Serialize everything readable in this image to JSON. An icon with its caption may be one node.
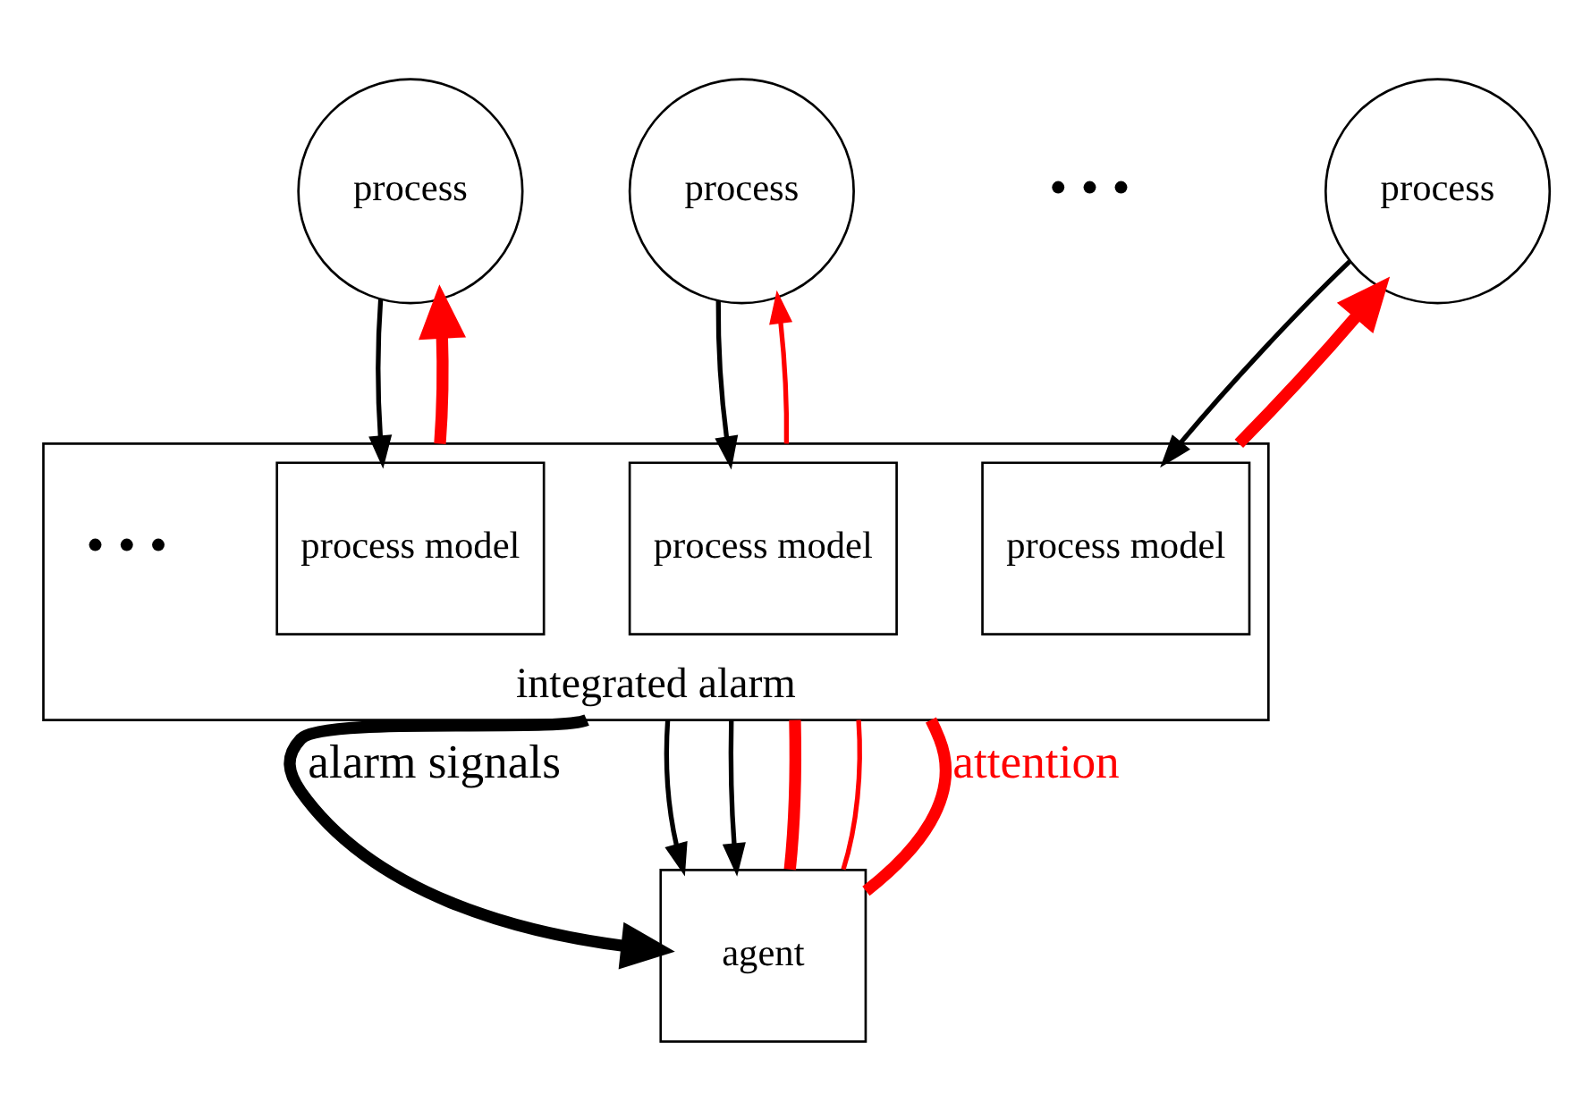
{
  "diagram": {
    "nodes": [
      {
        "text": [
          "process"
        ]
      },
      {
        "text": [
          "process"
        ]
      },
      {
        "text": [
          "process"
        ]
      },
      {
        "text": [
          "integrated alarm"
        ]
      },
      {
        "text": [
          "process model"
        ],
        "in": 3
      },
      {
        "text": [
          "process model"
        ],
        "in": 3
      },
      {
        "text": [
          "process model"
        ],
        "in": 3
      },
      {
        "text": [
          "agent"
        ]
      }
    ],
    "edges": [
      {
        "from": 0,
        "to": 4,
        "arrow": "to"
      },
      {
        "from": 1,
        "to": 5,
        "arrow": "to"
      },
      {
        "from": 2,
        "to": 6,
        "arrow": "to"
      },
      {
        "from": 3,
        "to": 0,
        "arrow": "to",
        "style": "thick",
        "color": "#ff0000"
      },
      {
        "from": 3,
        "to": 1,
        "arrow": "to",
        "color": "#ff0000"
      },
      {
        "from": 3,
        "to": 2,
        "arrow": "to",
        "style": "thick",
        "color": "#ff0000"
      },
      {
        "from": 3,
        "to": 7,
        "arrow": "to",
        "style": "thick",
        "label": "alarm signals"
      },
      {
        "from": 3,
        "to": 7,
        "arrow": "to"
      },
      {
        "from": 3,
        "to": 7,
        "arrow": "to"
      },
      {
        "from": 7,
        "to": 3,
        "arrow": "none",
        "style": "thick",
        "color": "#ff0000"
      },
      {
        "from": 7,
        "to": 3,
        "arrow": "none",
        "color": "#ff0000"
      },
      {
        "from": 7,
        "to": 3,
        "arrow": "none",
        "style": "thick",
        "color": "#ff0000",
        "label": "attention"
      }
    ],
    "labels": [
      "• • •",
      "• • •"
    ]
  }
}
